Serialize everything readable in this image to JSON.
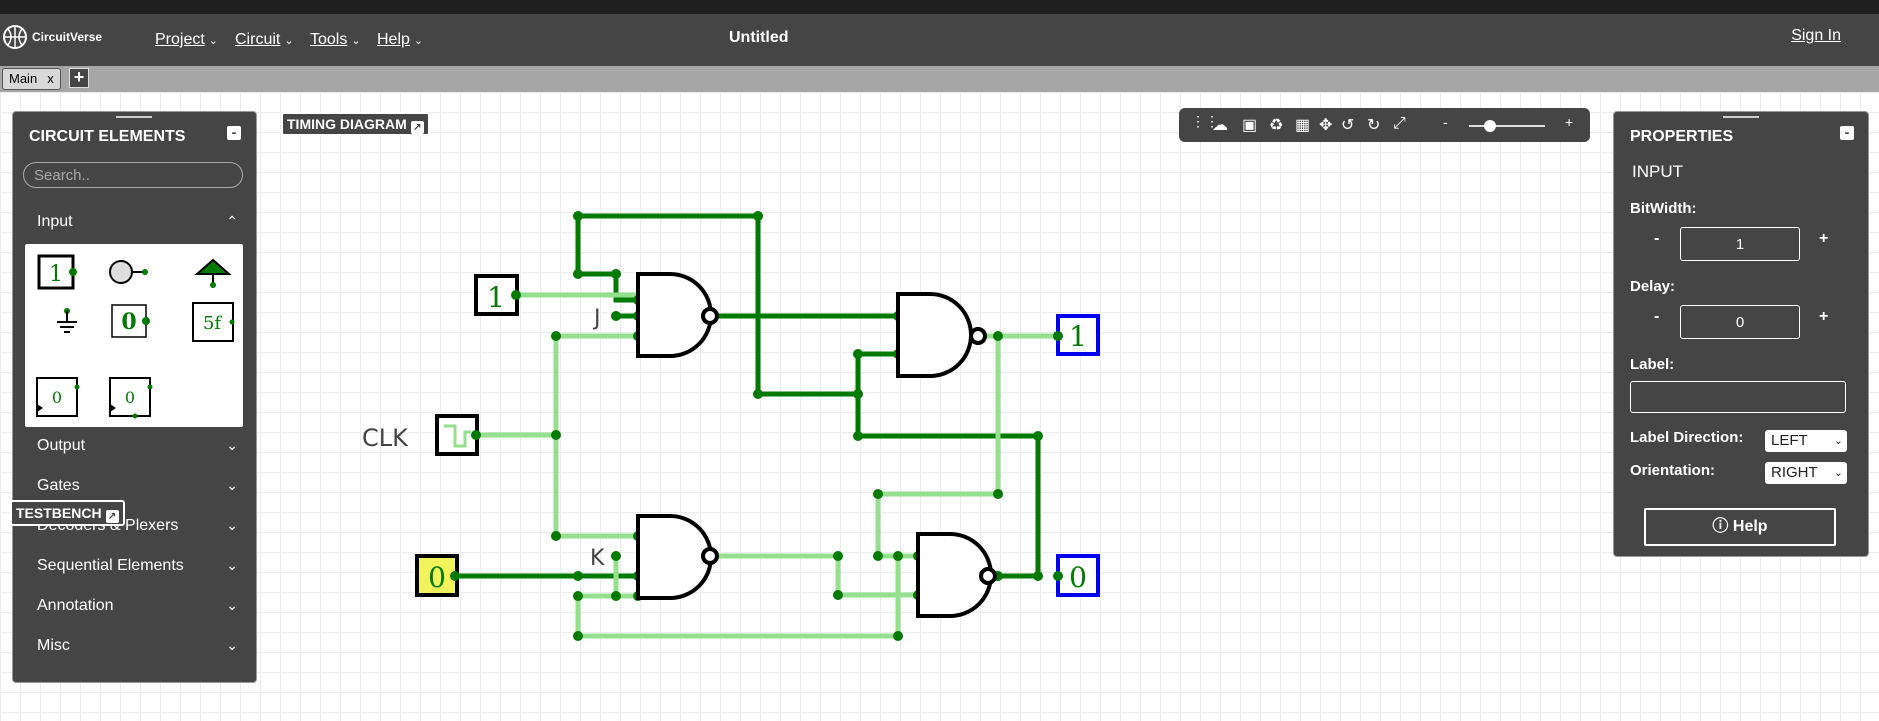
{
  "app": {
    "logo_text": "CircuitVerse",
    "title": "Untitled",
    "sign_in": "Sign In"
  },
  "menu": [
    {
      "label": "Project"
    },
    {
      "label": "Circuit"
    },
    {
      "label": "Tools"
    },
    {
      "label": "Help"
    }
  ],
  "tabs": [
    {
      "label": "Main",
      "close": "x"
    }
  ],
  "tab_add": "+",
  "timing_diagram": {
    "label": "TIMING DIAGRAM"
  },
  "testbench": {
    "label": "TESTBENCH"
  },
  "elements_panel": {
    "title": "CIRCUIT ELEMENTS",
    "min": "-",
    "search_placeholder": "Search..",
    "categories": [
      {
        "label": "Input",
        "expanded": true
      },
      {
        "label": "Output"
      },
      {
        "label": "Gates"
      },
      {
        "label": "Decoders & Plexers"
      },
      {
        "label": "Sequential Elements"
      },
      {
        "label": "Annotation"
      },
      {
        "label": "Misc"
      }
    ],
    "palette_glyphs": {
      "input": "1",
      "constant": "0",
      "rom": "5f",
      "stepper_a": "0",
      "stepper_b": "0"
    }
  },
  "toolbar": {
    "zoom_minus": "-",
    "zoom_plus": "+",
    "zoom_level": 0.5
  },
  "properties": {
    "title": "PROPERTIES",
    "min": "-",
    "element": "INPUT",
    "bitwidth_label": "BitWidth:",
    "bitwidth_value": "1",
    "delay_label": "Delay:",
    "delay_value": "0",
    "label_label": "Label:",
    "label_value": "",
    "label_direction_label": "Label Direction:",
    "label_direction_value": "LEFT",
    "orientation_label": "Orientation:",
    "orientation_value": "RIGHT",
    "minus": "-",
    "plus": "+",
    "help_label": "Help"
  },
  "circuit": {
    "input_j_value": "1",
    "input_k_value": "0",
    "j_label": "J",
    "k_label": "K",
    "clk_label": "CLK",
    "output_q_value": "1",
    "output_qbar_value": "0",
    "wire_high_color": "#007a00",
    "wire_low_color": "#94e08e",
    "selected_color": "#f2f25a",
    "output_color": "#0000ee"
  }
}
